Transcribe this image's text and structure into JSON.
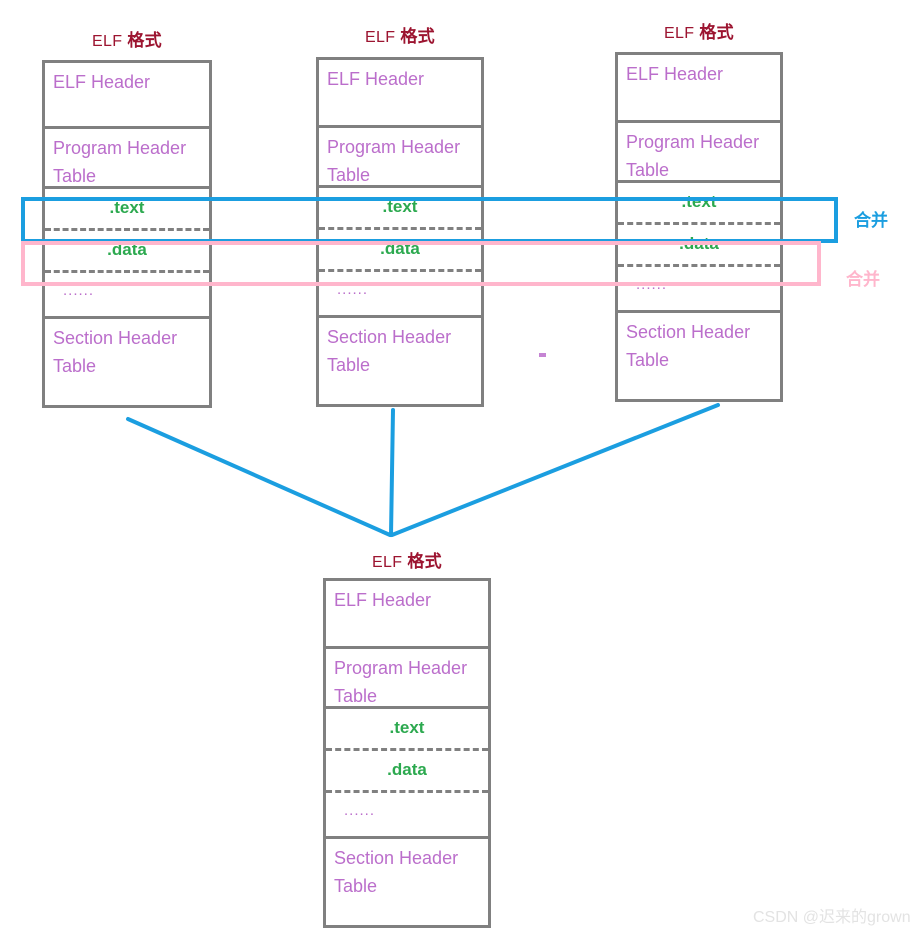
{
  "diagram": {
    "title_latin": "ELF",
    "title_cjk": "格式",
    "rows": {
      "elf_header": "ELF Header",
      "program_header_1": "Program Header",
      "program_header_2": "Table",
      "text": ".text",
      "data": ".data",
      "ellipsis": "......",
      "section_header_1": "Section Header",
      "section_header_2": "Table"
    }
  },
  "objects": [
    {
      "id": "object-1",
      "title_latin": "ELF",
      "title_cjk": "格式"
    },
    {
      "id": "object-2",
      "title_latin": "ELF",
      "title_cjk": "格式"
    },
    {
      "id": "object-3",
      "title_latin": "ELF",
      "title_cjk": "格式"
    }
  ],
  "output": {
    "id": "output-executable",
    "title_latin": "ELF",
    "title_cjk": "格式"
  },
  "merge_labels": {
    "text_merge": "合并",
    "data_merge": "合并"
  },
  "colors": {
    "title": "#9c1430",
    "box_border": "#808080",
    "row_text": "#bb6ecb",
    "section_text": "#2ca94f",
    "merge_blue": "#1b9ee0",
    "merge_pink": "#ffb6cc",
    "watermark": "#e3e3e3"
  },
  "watermark": "CSDN @迟来的grown"
}
